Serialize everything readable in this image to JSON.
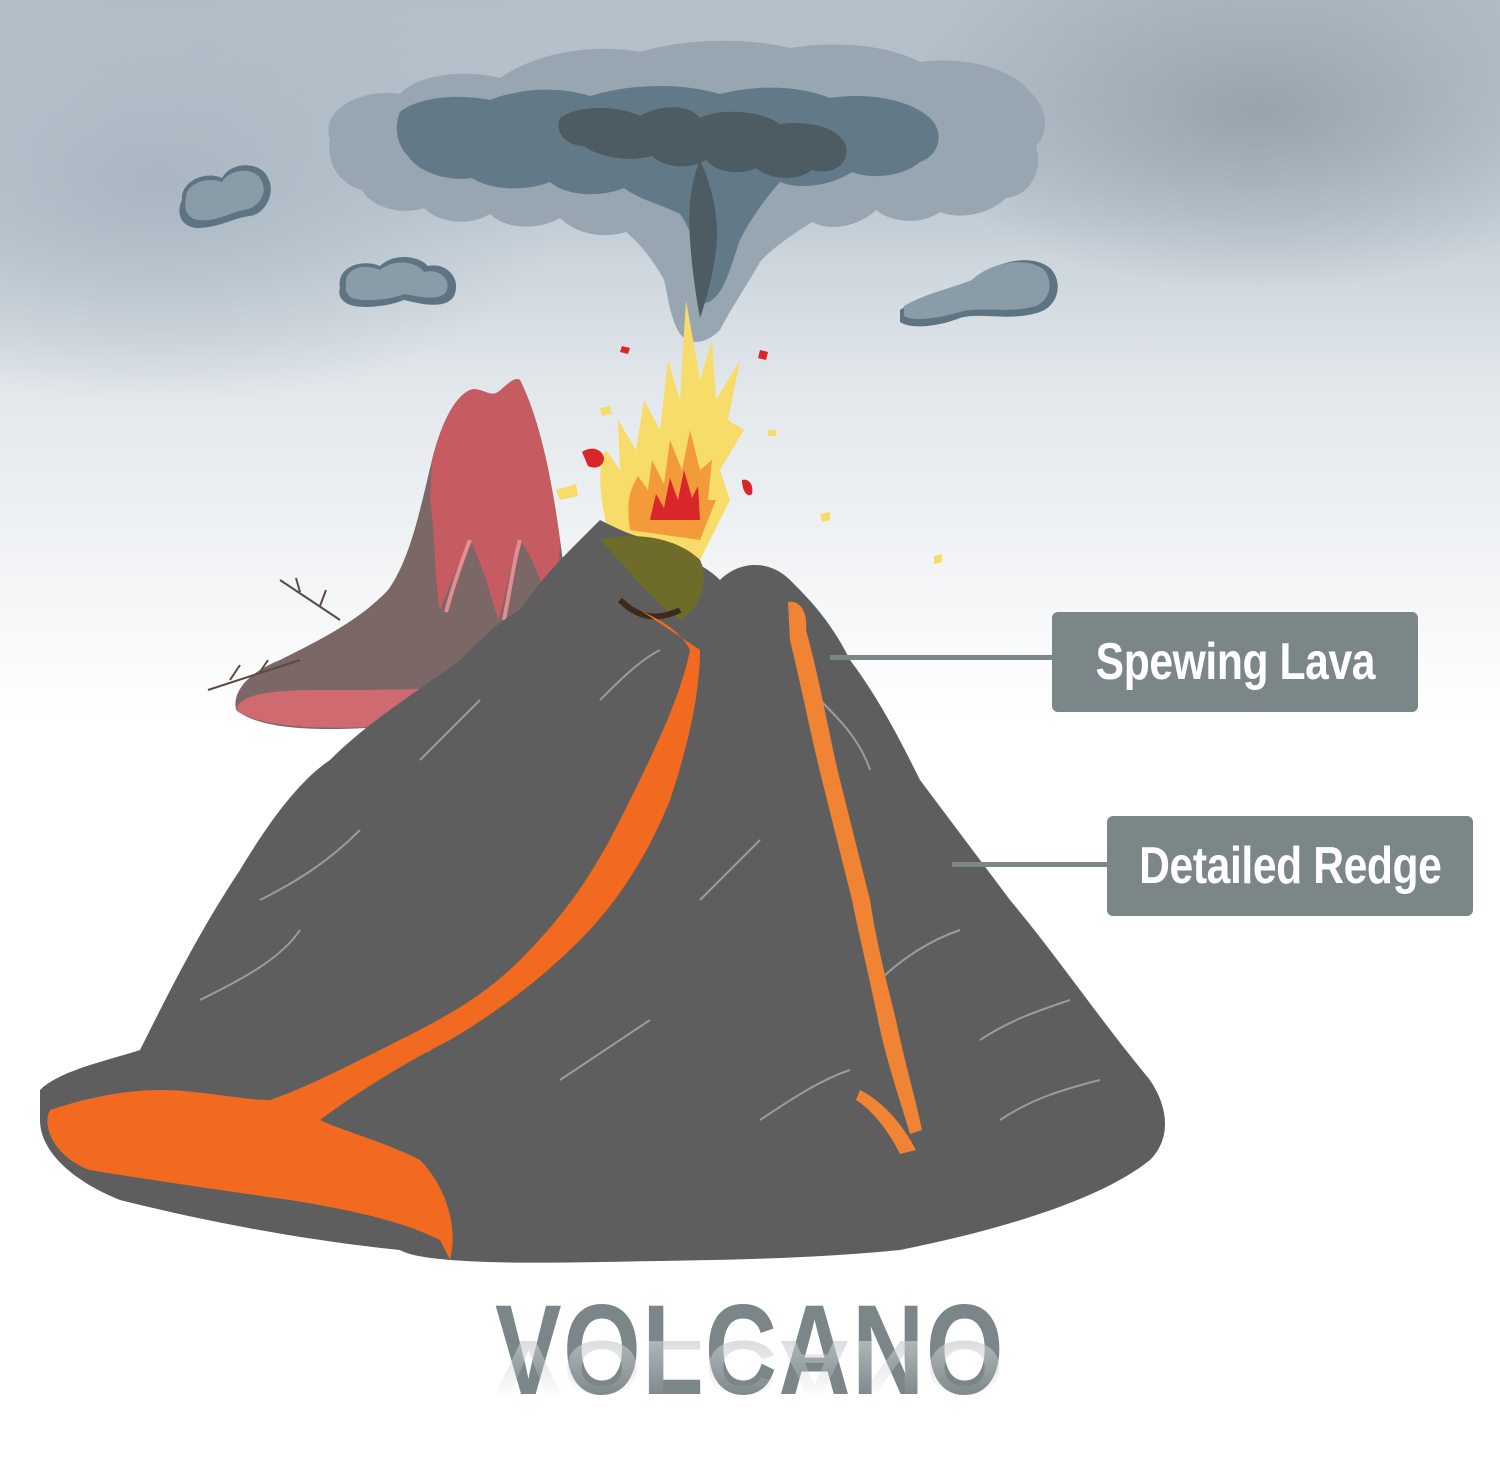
{
  "image": {
    "description": "Product feature illustration of a toy volcano model with callout labels",
    "title": "VOLCANO",
    "callouts": [
      {
        "id": "spewing-lava",
        "label": "Spewing Lava"
      },
      {
        "id": "detailed-redge",
        "label": "Detailed Redge"
      }
    ]
  },
  "colors": {
    "label_background": "#7b8689",
    "label_text": "#ffffff",
    "title_text": "#7b8689",
    "lava_orange": "#f26a1f",
    "rock_gray": "#5f5f5f",
    "smoke_light": "#93a2ab",
    "smoke_mid": "#6b7d87",
    "smoke_dark": "#4f5a60",
    "flame_yellow": "#f7dc6a",
    "flame_orange": "#f39a3a",
    "flame_red": "#d9262b",
    "background_volcano_red": "#c85f63",
    "background_volcano_brown": "#7a6766"
  }
}
